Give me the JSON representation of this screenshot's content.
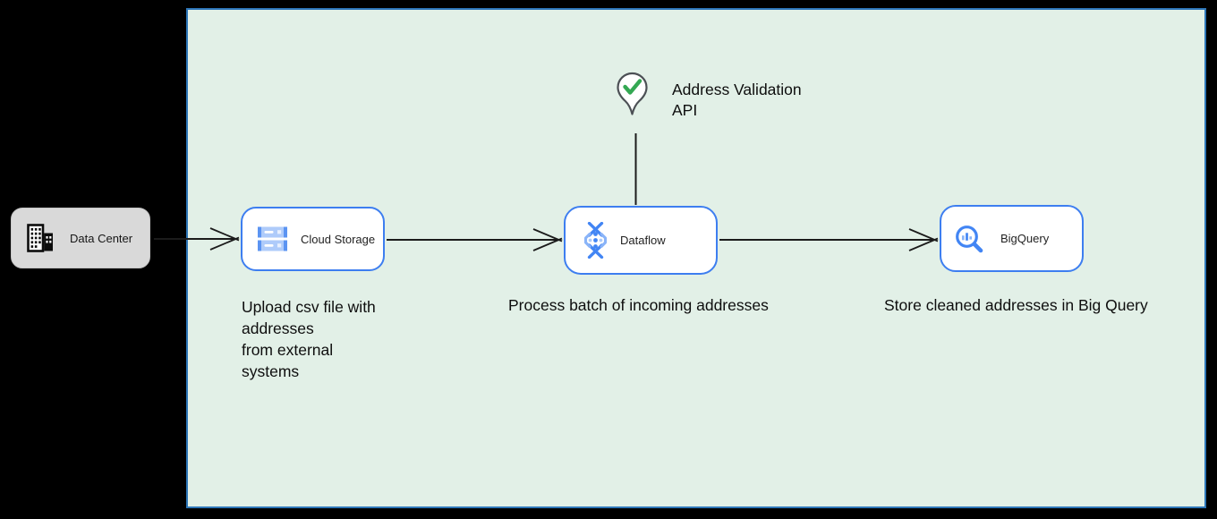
{
  "diagram": {
    "data_center": {
      "label": "Data Center"
    },
    "nodes": {
      "cloud_storage": {
        "label": "Cloud Storage"
      },
      "dataflow": {
        "label": "Dataflow"
      },
      "bigquery": {
        "label": "BigQuery"
      }
    },
    "captions": {
      "cloud_storage": "Upload csv file with\naddresses\nfrom external\nsystems",
      "dataflow": "Process batch of incoming addresses",
      "bigquery": "Store cleaned addresses in Big Query"
    },
    "annotation": {
      "address_validation": "Address Validation\nAPI"
    },
    "icons": {
      "data_center": "building-icon",
      "cloud_storage": "cloud-storage-icon",
      "dataflow": "dataflow-icon",
      "bigquery": "bigquery-icon",
      "address_validation": "checkmark-pin-icon"
    },
    "colors": {
      "background": "#000000",
      "zone_fill": "#e2f0e7",
      "zone_border": "#2d76b8",
      "node_border": "#3d7ef0",
      "node_fill": "#ffffff",
      "google_blue": "#4285f4",
      "google_blue_light": "#8ab4f8",
      "check_green": "#34a853",
      "data_center_fill": "#d9d9d9",
      "connector": "#1b1b1b"
    }
  }
}
